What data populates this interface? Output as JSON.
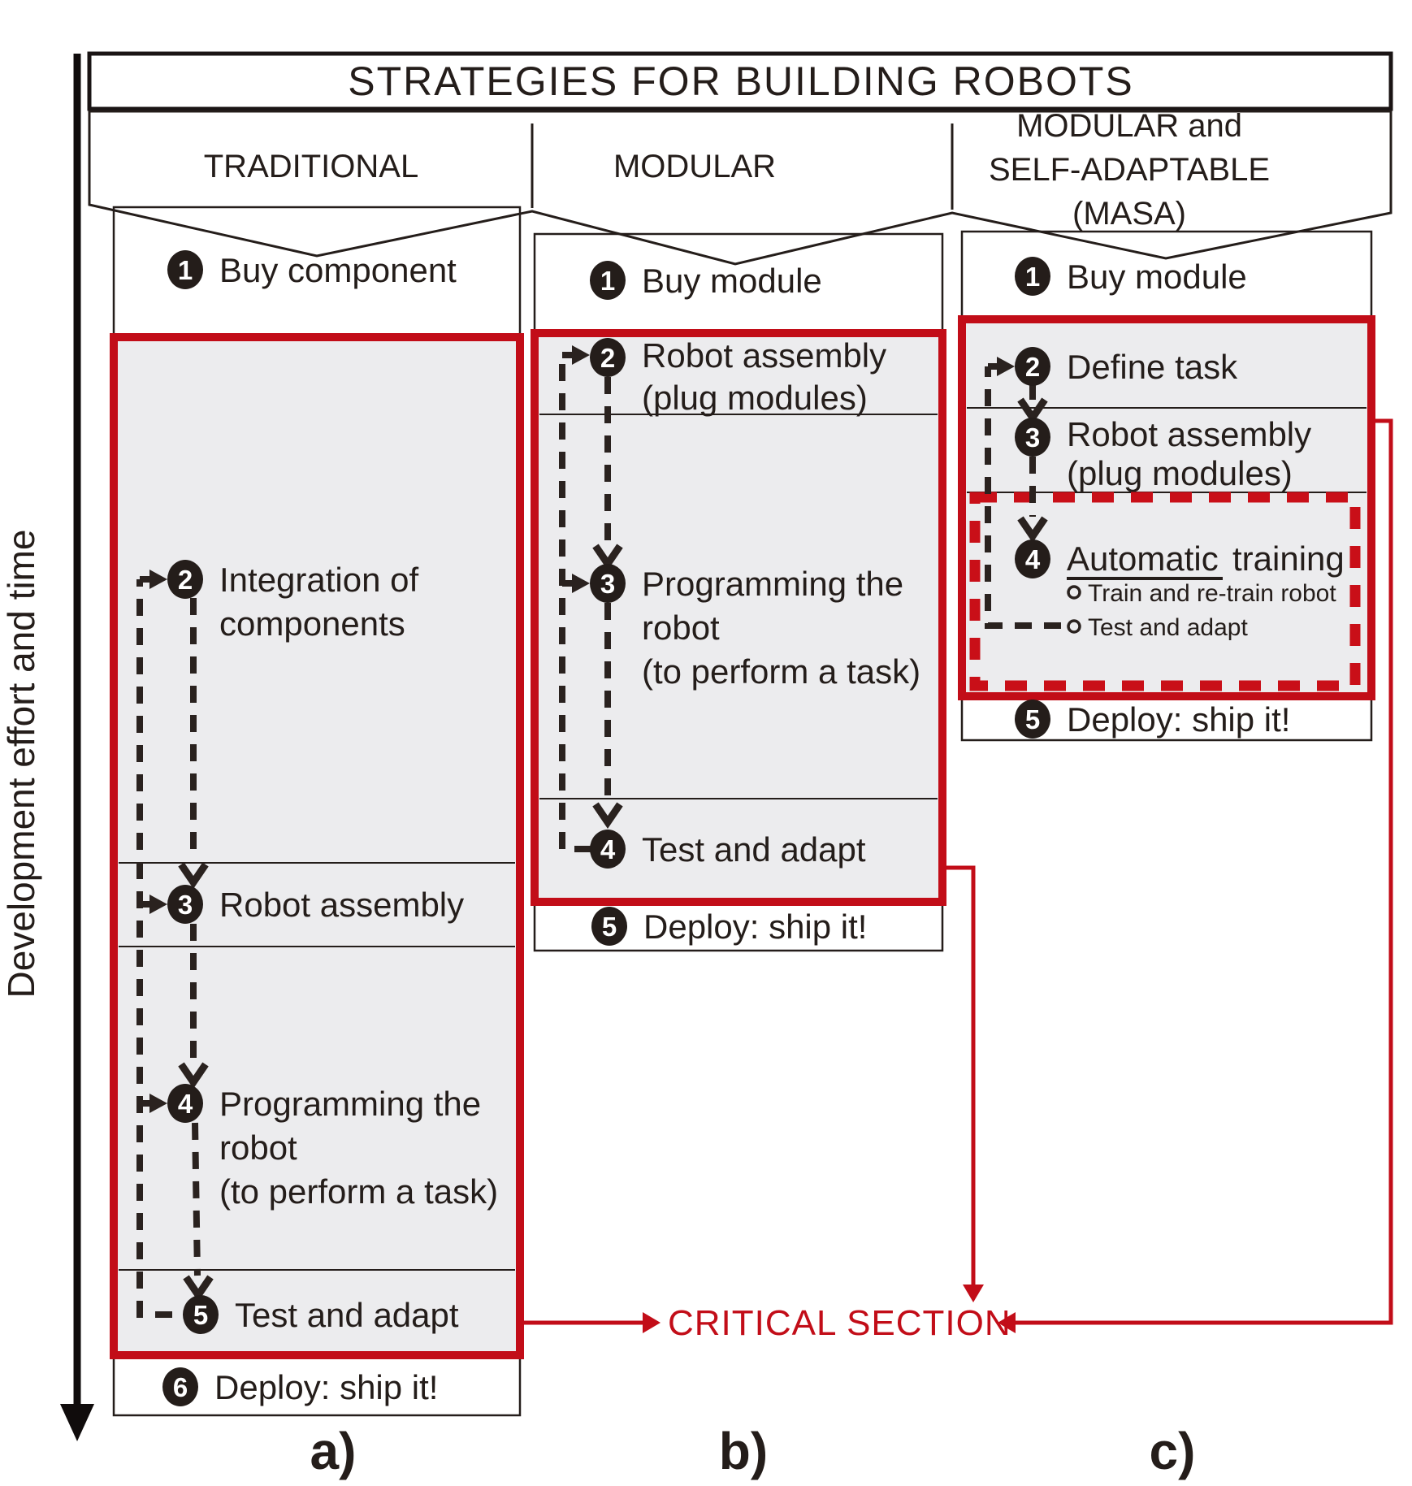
{
  "title": "STRATEGIES FOR BUILDING ROBOTS",
  "axis_label": "Development effort and time",
  "critical_section": {
    "label": "CRITICAL SECTION"
  },
  "colors": {
    "accent_red": "#c20d18",
    "ink": "#241d1a",
    "panel_gray": "#ececee"
  },
  "columns": [
    {
      "id": "a",
      "header_lines": [
        "TRADITIONAL"
      ],
      "footer": "a)",
      "steps": [
        {
          "num": "1",
          "lines": [
            "Buy component"
          ]
        },
        {
          "num": "2",
          "lines": [
            "Integration of",
            "components"
          ]
        },
        {
          "num": "3",
          "lines": [
            "Robot assembly"
          ]
        },
        {
          "num": "4",
          "lines": [
            "Programming the",
            "robot",
            "(to perform a task)"
          ]
        },
        {
          "num": "5",
          "lines": [
            "Test and adapt"
          ]
        },
        {
          "num": "6",
          "lines": [
            "Deploy: ship it!"
          ]
        }
      ]
    },
    {
      "id": "b",
      "header_lines": [
        "MODULAR"
      ],
      "footer": "b)",
      "steps": [
        {
          "num": "1",
          "lines": [
            "Buy module"
          ]
        },
        {
          "num": "2",
          "lines": [
            "Robot assembly",
            "(plug modules)"
          ]
        },
        {
          "num": "3",
          "lines": [
            "Programming the",
            "robot",
            "(to perform a task)"
          ]
        },
        {
          "num": "4",
          "lines": [
            "Test and adapt"
          ]
        },
        {
          "num": "5",
          "lines": [
            "Deploy: ship it!"
          ]
        }
      ]
    },
    {
      "id": "c",
      "header_lines": [
        "MODULAR and",
        "SELF-ADAPTABLE",
        "(MASA)"
      ],
      "footer": "c)",
      "steps": [
        {
          "num": "1",
          "lines": [
            "Buy module"
          ]
        },
        {
          "num": "2",
          "lines": [
            "Define task"
          ]
        },
        {
          "num": "3",
          "lines": [
            "Robot assembly",
            "(plug modules)"
          ]
        },
        {
          "num": "4",
          "underlined": "Automatic",
          "rest": "training",
          "bullets": [
            "Train and re-train robot",
            "Test and adapt"
          ]
        },
        {
          "num": "5",
          "lines": [
            "Deploy: ship it!"
          ]
        }
      ]
    }
  ]
}
